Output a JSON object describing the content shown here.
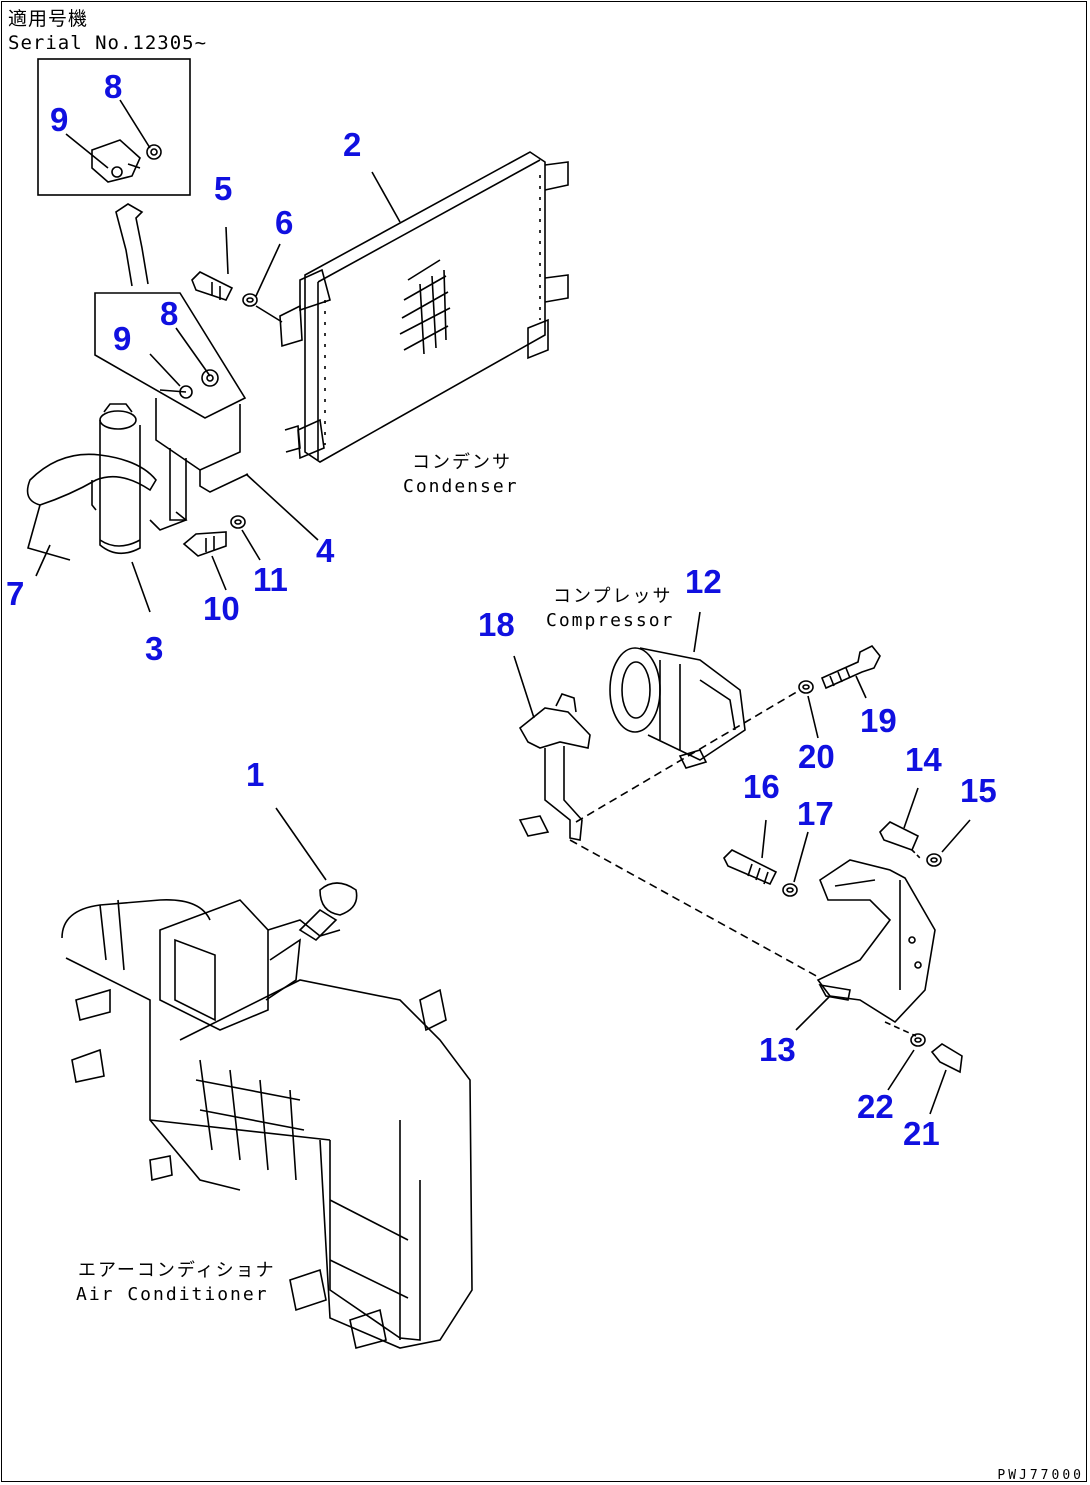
{
  "header": {
    "applicable_jp": "適用号機",
    "serial": "Serial No.12305~"
  },
  "captions": {
    "condenser_jp": "コンデンサ",
    "condenser_en": "Condenser",
    "compressor_jp": "コンプレッサ",
    "compressor_en": "Compressor",
    "aircon_jp": "エアーコンディショナ",
    "aircon_en": "Air Conditioner"
  },
  "callouts": [
    "1",
    "2",
    "3",
    "4",
    "5",
    "6",
    "7",
    "8",
    "8",
    "9",
    "9",
    "10",
    "11",
    "12",
    "13",
    "14",
    "15",
    "16",
    "17",
    "18",
    "19",
    "20",
    "21",
    "22"
  ],
  "drawing_code": "PWJ77000",
  "colors": {
    "callout": "#1010e0",
    "line": "#000000",
    "background": "#ffffff"
  }
}
